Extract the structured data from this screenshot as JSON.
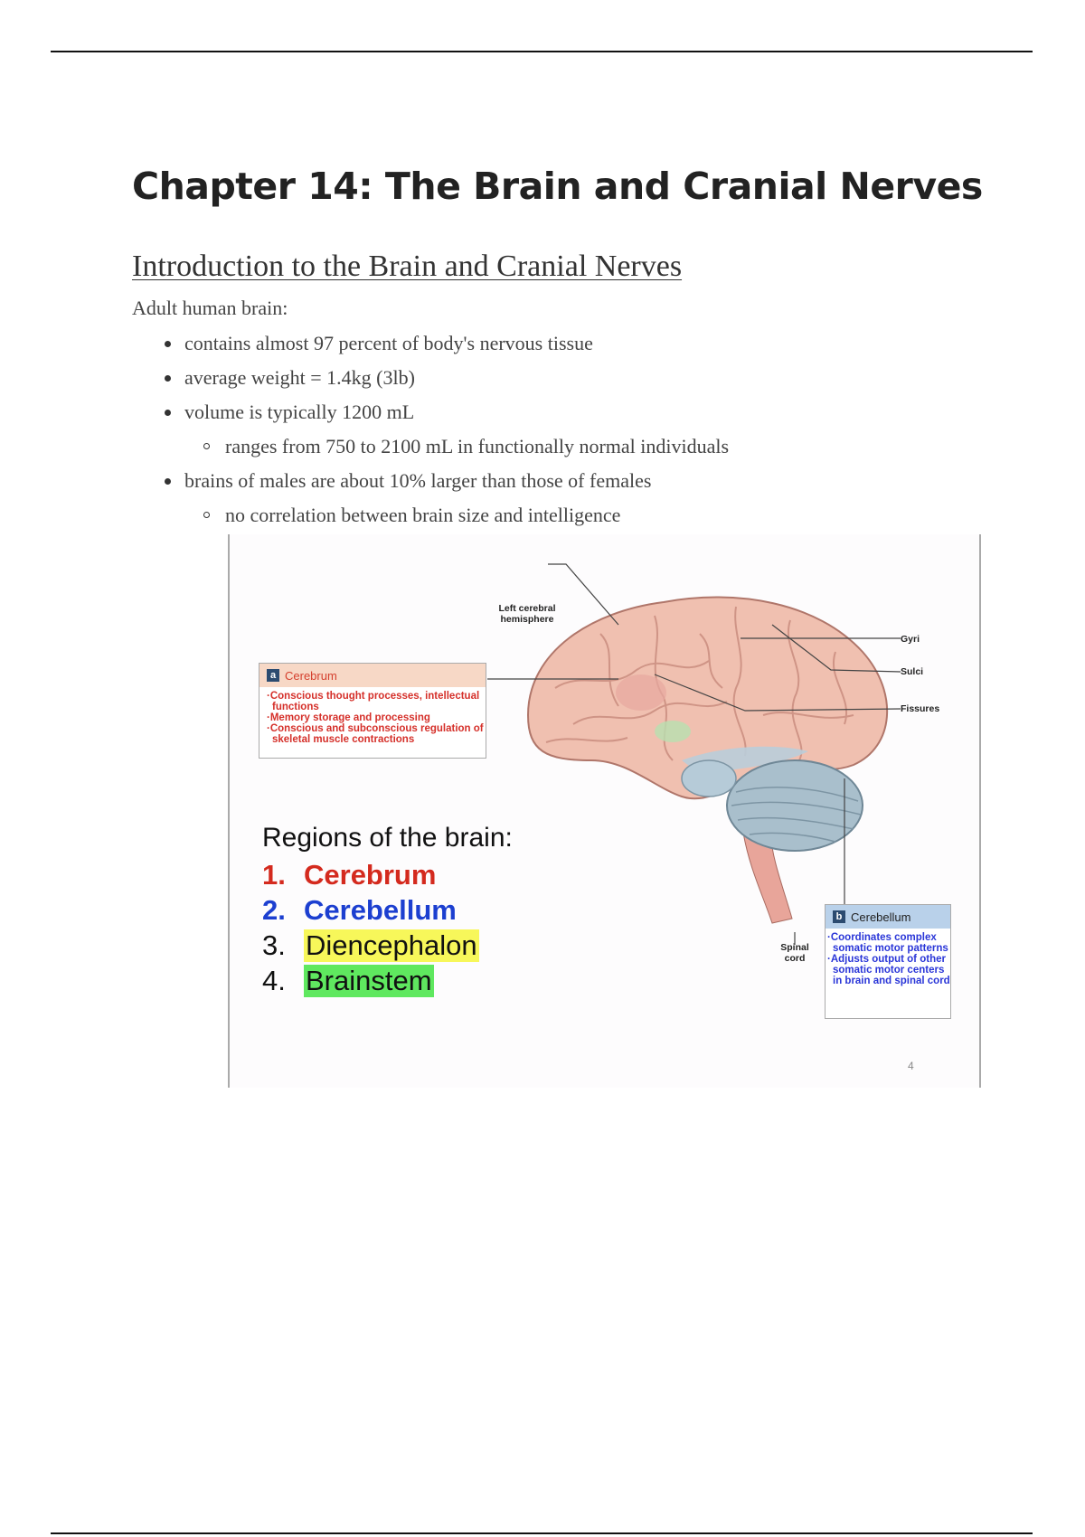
{
  "title": "Chapter 14: The Brain and Cranial Nerves",
  "section": {
    "heading": "Introduction to the Brain and Cranial Nerves",
    "intro": "Adult human brain:",
    "bullets": [
      {
        "text": "contains almost 97 percent of body's nervous tissue",
        "level": 1
      },
      {
        "text": "average weight = 1.4kg (3lb)",
        "level": 1
      },
      {
        "text": "volume is typically 1200 mL",
        "level": 1
      },
      {
        "text": "ranges from 750 to 2100 mL in functionally normal individuals",
        "level": 2
      },
      {
        "text": "brains of males are about 10% larger than those of females",
        "level": 1
      },
      {
        "text": "no correlation between brain size and intelligence",
        "level": 2
      }
    ]
  },
  "figure": {
    "cerebrum_box": {
      "tag": "a",
      "title": "Cerebrum",
      "items": [
        "Conscious thought processes, intellectual functions",
        "Memory storage and processing",
        "Conscious and subconscious regulation of skeletal muscle contractions"
      ]
    },
    "cerebellum_box": {
      "tag": "b",
      "title": "Cerebellum",
      "items": [
        "Coordinates complex somatic motor patterns",
        "Adjusts output of other somatic motor centers in brain and spinal cord"
      ]
    },
    "labels": {
      "left_hemisphere": "Left cerebral hemisphere",
      "gyri": "Gyri",
      "sulci": "Sulci",
      "fissures": "Fissures",
      "spinal_cord": "Spinal cord"
    },
    "regions": {
      "title": "Regions of the brain:",
      "items": [
        {
          "num": "1.",
          "name": "Cerebrum",
          "color": "#d42a1e"
        },
        {
          "num": "2.",
          "name": "Cerebellum",
          "color": "#1c3fd0"
        },
        {
          "num": "3.",
          "name": "Diencephalon",
          "highlight": "#f7f75a"
        },
        {
          "num": "4.",
          "name": "Brainstem",
          "highlight": "#5fe85f"
        }
      ]
    },
    "page_number": "4"
  }
}
